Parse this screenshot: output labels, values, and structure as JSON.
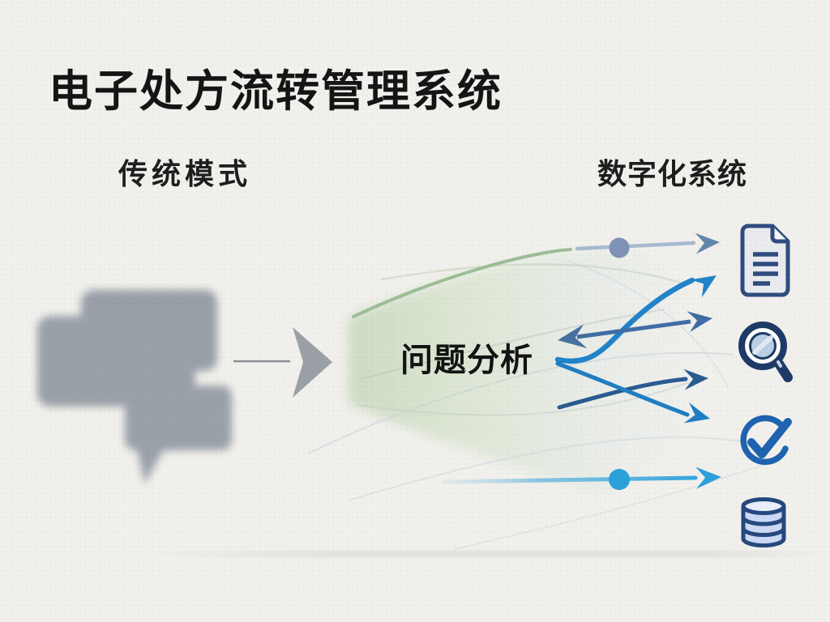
{
  "header": {
    "title": "电子处方流转管理系统"
  },
  "columns": {
    "left_label": "传统模式",
    "right_label": "数字化系统"
  },
  "center": {
    "label": "问题分析"
  },
  "left_graphic": {
    "name": "blurred-chat-bubbles",
    "description_color": "#9aa0a8"
  },
  "icons": [
    {
      "name": "document-icon",
      "glyph": "document with folded corner and text lines"
    },
    {
      "name": "magnifier-icon",
      "glyph": "magnifying glass"
    },
    {
      "name": "check-circle-icon",
      "glyph": "circle with check mark"
    },
    {
      "name": "database-icon",
      "glyph": "stacked database cylinder"
    }
  ],
  "colors": {
    "background": "#f1f0ec",
    "title_text": "#141414",
    "gray_graphic": "#9aa0a8",
    "beam_green": "#b5cfa8",
    "green_stroke": "#9cbd95",
    "slate_dot": "#8192b7",
    "steel_arrow": "#6386ad",
    "navy_arrow": "#2a5a92",
    "mid_blue_arrow": "#3f6da4",
    "bright_blue_arrow": "#1f7dc2",
    "cyan_arrow": "#2ba0dc",
    "icon_navy": "#26477c",
    "icon_blue": "#1e63b0",
    "icon_fill_light": "#ccd9f4"
  }
}
